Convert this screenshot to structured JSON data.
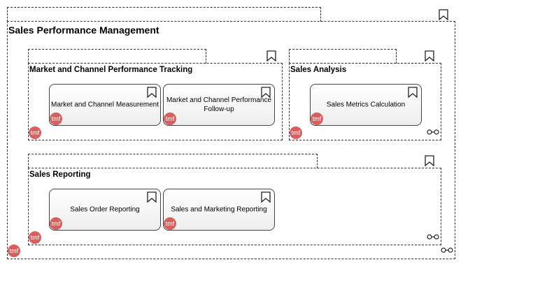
{
  "root": {
    "title": "Sales Performance Management",
    "groups": [
      {
        "title": "Market and Channel Performance Tracking",
        "items": [
          {
            "label": "Market and Channel Measurement"
          },
          {
            "label": "Market and Channel Performance Follow-up"
          }
        ]
      },
      {
        "title": "Sales Analysis",
        "items": [
          {
            "label": "Sales Metrics Calculation"
          }
        ]
      },
      {
        "title": "Sales Reporting",
        "items": [
          {
            "label": "Sales Order Reporting"
          },
          {
            "label": "Sales and Marketing Reporting"
          }
        ]
      }
    ]
  },
  "badge": {
    "text": "tmf",
    "color": "#d65f5f"
  },
  "icons": {
    "bookmark": "bookmark-icon",
    "link": "link-icon"
  }
}
